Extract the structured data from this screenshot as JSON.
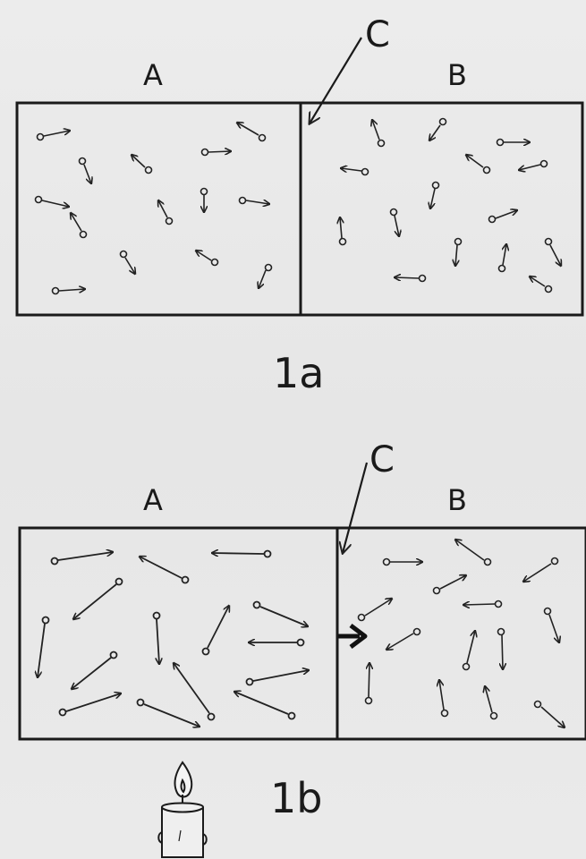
{
  "figure_1a": {
    "label_a": "A",
    "label_b": "B",
    "label_c": "C",
    "caption": "1a"
  },
  "figure_1b": {
    "label_a": "A",
    "label_b": "B",
    "label_c": "C",
    "caption": "1b"
  },
  "icons": {
    "flow_arrow": "thick-arrow-right-icon",
    "heat_source": "candle-icon"
  }
}
